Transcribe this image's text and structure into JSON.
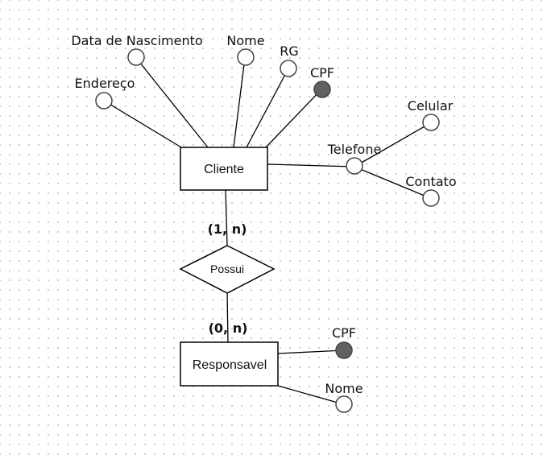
{
  "colors": {
    "key_attribute_fill": "#616161",
    "attribute_fill": "#ffffff",
    "stroke": "#000000"
  },
  "entities": {
    "cliente": "Cliente",
    "responsavel": "Responsavel"
  },
  "relationship": {
    "name": "Possui",
    "cardinality_cliente": "(1, n)",
    "cardinality_responsavel": "(0, n)"
  },
  "cliente_attributes": {
    "data_nascimento": "Data de Nascimento",
    "nome": "Nome",
    "rg": "RG",
    "cpf": "CPF",
    "endereco": "Endereço",
    "telefone": "Telefone"
  },
  "telefone_attributes": {
    "celular": "Celular",
    "contato": "Contato"
  },
  "responsavel_attributes": {
    "cpf": "CPF",
    "nome": "Nome"
  },
  "key_attributes": [
    "Cliente.CPF",
    "Responsavel.CPF"
  ]
}
